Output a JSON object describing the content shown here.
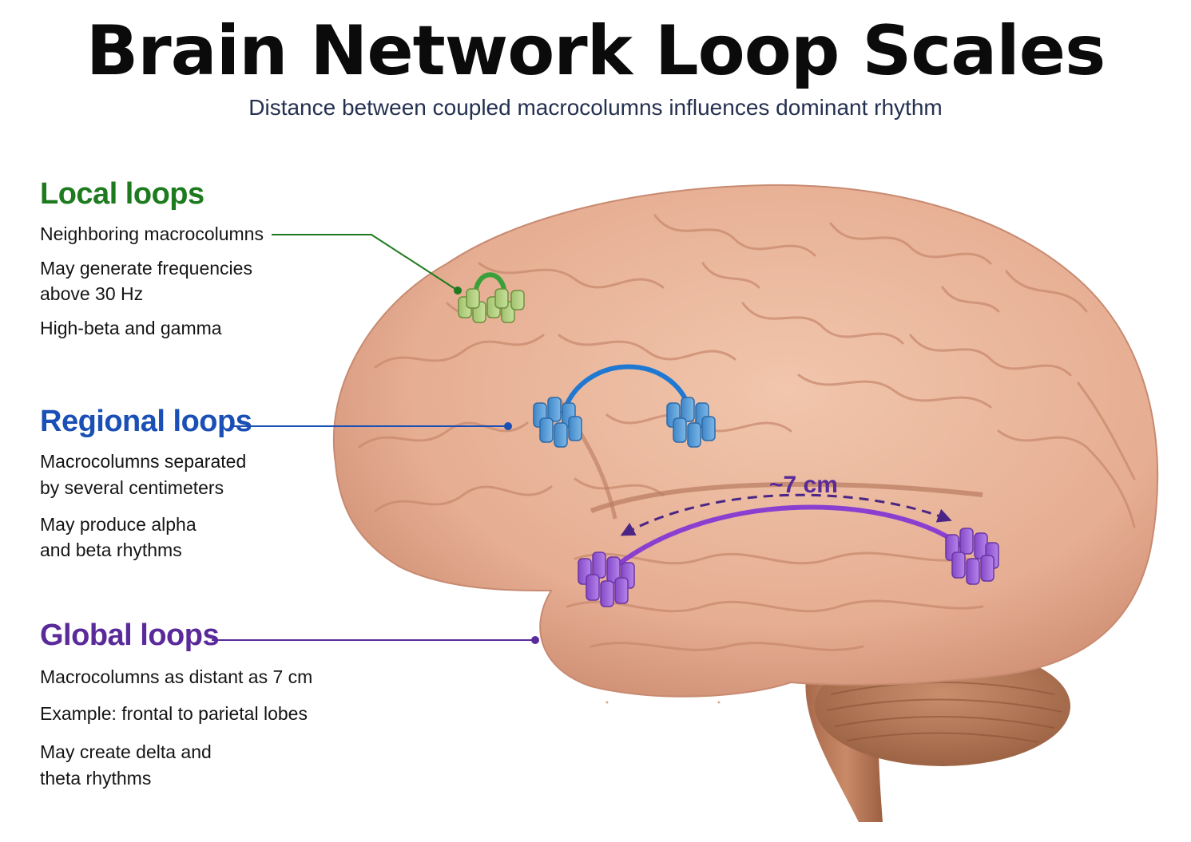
{
  "title": "Brain Network Loop Scales",
  "subtitle": "Distance between coupled macrocolumns influences dominant rhythm",
  "colors": {
    "local": "#1e7a1e",
    "regional": "#1a4fb5",
    "global": "#5a2a9a",
    "brain": "#e8b49a"
  },
  "loops": {
    "local": {
      "heading": "Local loops",
      "lines": [
        "Neighboring macrocolumns",
        "May generate frequencies",
        "above 30 Hz",
        "High-beta and gamma"
      ]
    },
    "regional": {
      "heading": "Regional loops",
      "lines": [
        "Macrocolumns separated",
        "by several centimeters",
        "May produce alpha",
        "and beta rhythms"
      ]
    },
    "global": {
      "heading": "Global loops",
      "lines": [
        "Macrocolumns as distant as 7 cm",
        "Example: frontal to parietal lobes",
        "May create delta and",
        "theta rhythms"
      ]
    }
  },
  "distance_label": "~7 cm"
}
